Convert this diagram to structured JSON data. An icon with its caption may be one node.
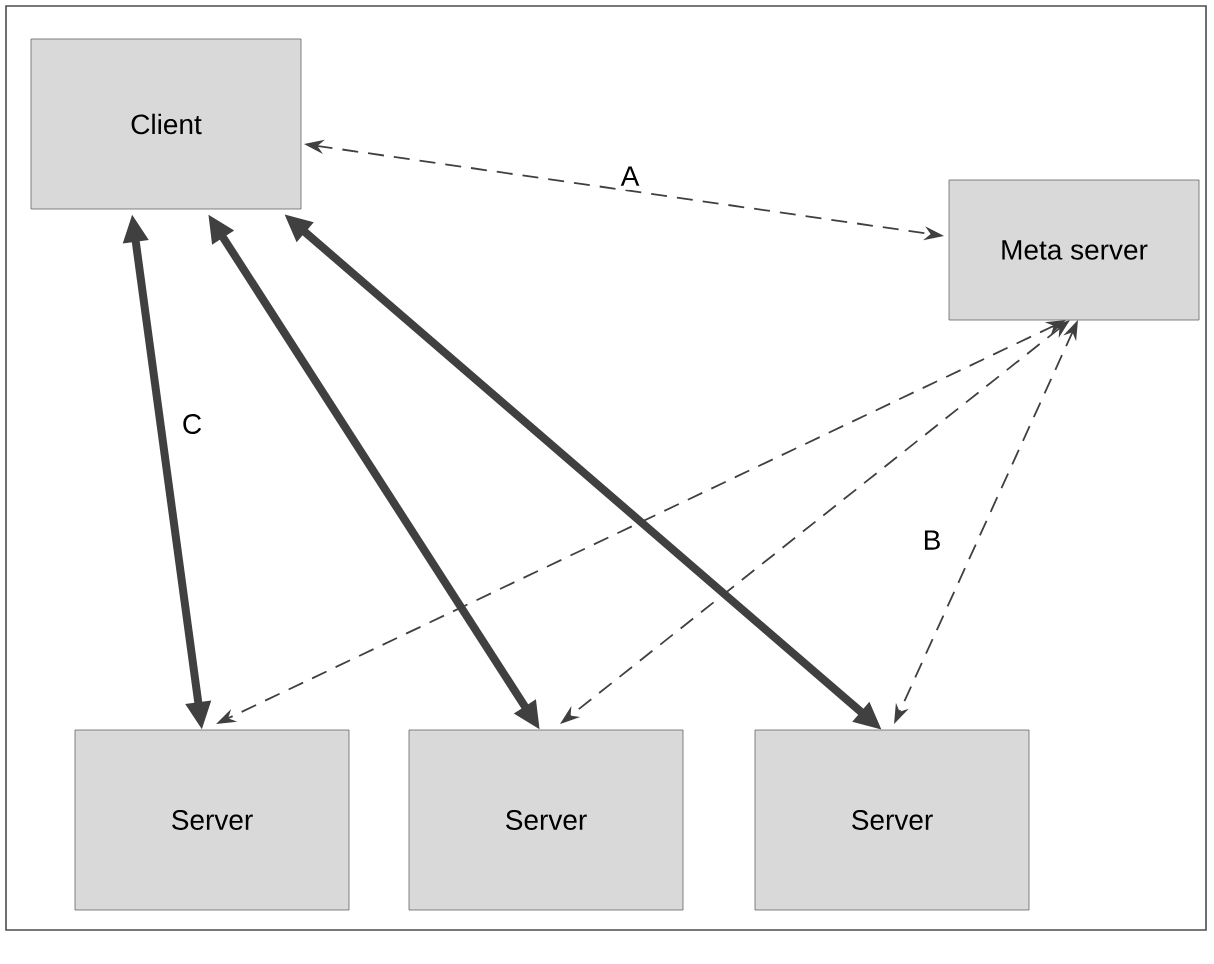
{
  "diagram": {
    "nodes": [
      {
        "text": [
          "Client"
        ]
      },
      {
        "text": [
          "Meta server"
        ]
      },
      {
        "text": [
          "Server"
        ]
      },
      {
        "text": [
          "Server"
        ]
      },
      {
        "text": [
          "Server"
        ]
      }
    ],
    "edges": [
      {
        "from": 0,
        "to": 1,
        "arrow": "both",
        "label": "A",
        "style": "dashed"
      },
      {
        "from": 0,
        "to": 2,
        "arrow": "both",
        "label": "C",
        "style": "thick"
      },
      {
        "from": 0,
        "to": 3,
        "arrow": "both",
        "style": "thick"
      },
      {
        "from": 0,
        "to": 4,
        "arrow": "both",
        "style": "thick"
      },
      {
        "from": 1,
        "to": 2,
        "arrow": "both",
        "style": "dashed"
      },
      {
        "from": 1,
        "to": 3,
        "arrow": "both",
        "label": "B",
        "style": "dashed"
      },
      {
        "from": 1,
        "to": 4,
        "arrow": "both",
        "style": "dashed"
      }
    ]
  }
}
